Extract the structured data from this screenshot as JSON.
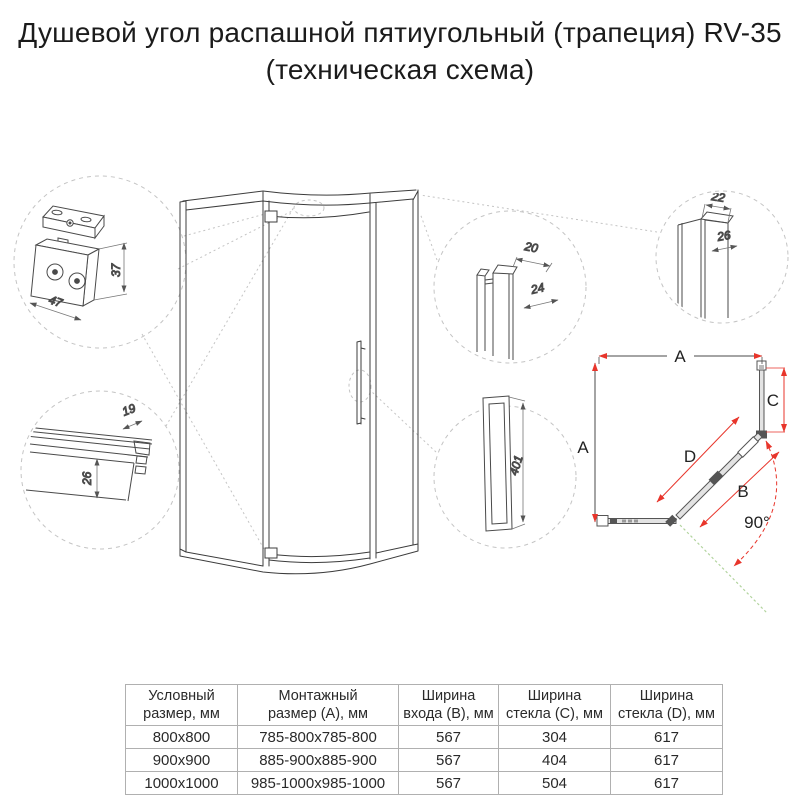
{
  "title": {
    "line1": "Душевой угол распашной пятиугольный (трапеция) RV-35",
    "line2": "(техническая схема)"
  },
  "details": {
    "clamp": {
      "width_mm": "47",
      "height_mm": "37"
    },
    "top_rail": {
      "depth_mm": "19",
      "height_mm": "26"
    },
    "wall_profile": {
      "width_mm": "20",
      "depth_mm": "24"
    },
    "handle": {
      "length_mm": "401"
    },
    "corner_profile": {
      "width_mm": "22",
      "depth_mm": "26"
    }
  },
  "plan": {
    "dim_top": "A",
    "dim_left": "A",
    "dim_door": "B",
    "dim_side_glass": "C",
    "dim_fixed_glass": "D",
    "angle": "90°"
  },
  "table": {
    "headers": [
      "Условный\nразмер, мм",
      "Монтажный\nразмер (А), мм",
      "Ширина\nвхода (В), мм",
      "Ширина\nстекла (С), мм",
      "Ширина\nстекла (D), мм"
    ],
    "rows": [
      [
        "800x800",
        "785-800x785-800",
        "567",
        "304",
        "617"
      ],
      [
        "900x900",
        "885-900x885-900",
        "567",
        "404",
        "617"
      ],
      [
        "1000x1000",
        "985-1000x985-1000",
        "567",
        "504",
        "617"
      ]
    ]
  },
  "colors": {
    "dimension_red": "#e8352b",
    "door_swing_green": "#b2d49e",
    "drawing_line": "#3c3c3c",
    "detail_circle_gray": "#c4c4c4",
    "plan_glass_fill": "#e3e3e3",
    "table_border": "#b0b0b0",
    "text_dark": "#1b1b1b",
    "dim_text_gray": "#8a8a8a"
  }
}
